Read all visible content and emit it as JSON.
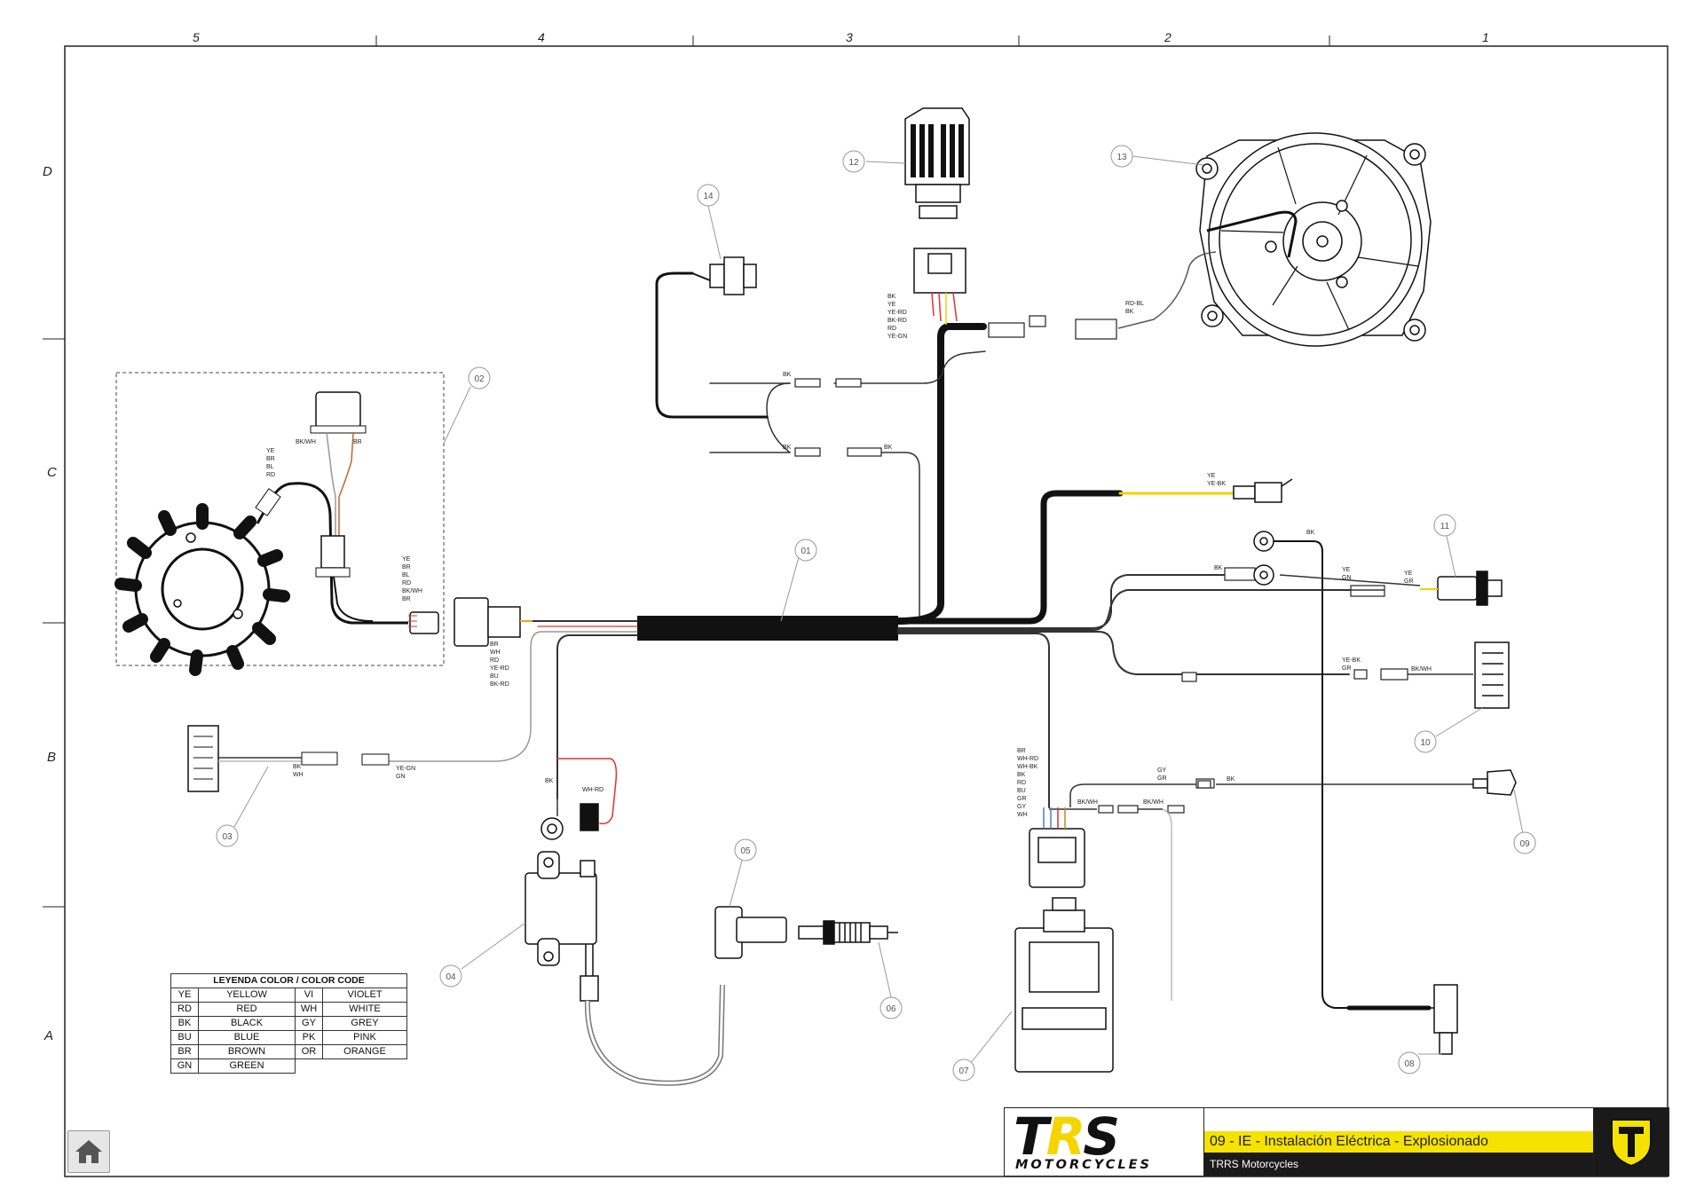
{
  "frame": {
    "col_numbers": [
      "5",
      "4",
      "3",
      "2",
      "1"
    ],
    "row_letters": [
      "D",
      "C",
      "B",
      "A"
    ]
  },
  "callouts": [
    "01",
    "02",
    "03",
    "04",
    "05",
    "06",
    "07",
    "08",
    "09",
    "10",
    "11",
    "12",
    "13",
    "14"
  ],
  "wire_labels": {
    "stator_top": [
      "YE",
      "BR",
      "BL",
      "RD"
    ],
    "pickup": [
      "BK/WH",
      "BR"
    ],
    "stator_conn": [
      "YE",
      "BR",
      "BL",
      "RD",
      "BK/WH",
      "BR"
    ],
    "main_conn_below": [
      "BR",
      "WH",
      "RD",
      "YE-RD",
      "BU",
      "BK-RD"
    ],
    "regulator": [
      "BK",
      "YE",
      "YE-RD",
      "BK-RD",
      "RD",
      "YE-GN"
    ],
    "fan": [
      "RD-BL",
      "BK"
    ],
    "branch_bk1": "BK",
    "branch_bk2": "BK",
    "branch_bk3": "BK",
    "ye_lead": [
      "YE",
      "YE-BK"
    ],
    "ground_bk": "BK",
    "ground_bk2": "BK",
    "sw11_left": [
      "YE",
      "GN"
    ],
    "sw11_right": [
      "YE",
      "GR"
    ],
    "conn10_left": [
      "YE-BK",
      "GR"
    ],
    "conn10_right": "BK/WH",
    "conn03": [
      "BK",
      "WH"
    ],
    "conn03_right": [
      "YE-GN",
      "GN"
    ],
    "coil_bk": "BK",
    "coil_whrd": "WH-RD",
    "cdi": [
      "BR",
      "WH-RD",
      "WH-BK",
      "BK",
      "RD",
      "BU",
      "GR",
      "GY",
      "WH"
    ],
    "sw09_left": [
      "GY",
      "GR"
    ],
    "sw09_bk": "BK",
    "cdi_bkwh1": "BK/WH",
    "cdi_bkwh2": "BK/WH"
  },
  "legend": {
    "header": "LEYENDA COLOR / COLOR CODE",
    "rows": [
      [
        "YE",
        "YELLOW",
        "VI",
        "VIOLET"
      ],
      [
        "RD",
        "RED",
        "WH",
        "WHITE"
      ],
      [
        "BK",
        "BLACK",
        "GY",
        "GREY"
      ],
      [
        "BU",
        "BLUE",
        "PK",
        "PINK"
      ],
      [
        "BR",
        "BROWN",
        "OR",
        "ORANGE"
      ],
      [
        "GN",
        "GREEN",
        "",
        ""
      ]
    ]
  },
  "title_block": {
    "logo_letters": [
      "T",
      "R",
      "S"
    ],
    "logo_sub": "MOTORCYCLES",
    "title": "09 - IE - Instalación Eléctrica - Explosionado",
    "subtitle": "TRRS Motorcycles"
  },
  "colors": {
    "accent_yellow": "#f5e200",
    "dark": "#1a1a1a",
    "wire_red": "#e0312f",
    "wire_yellow": "#f2d200",
    "wire_blue": "#4a7fd6"
  },
  "icons": {
    "home": "home-icon",
    "badge": "trrs-shield-icon"
  }
}
